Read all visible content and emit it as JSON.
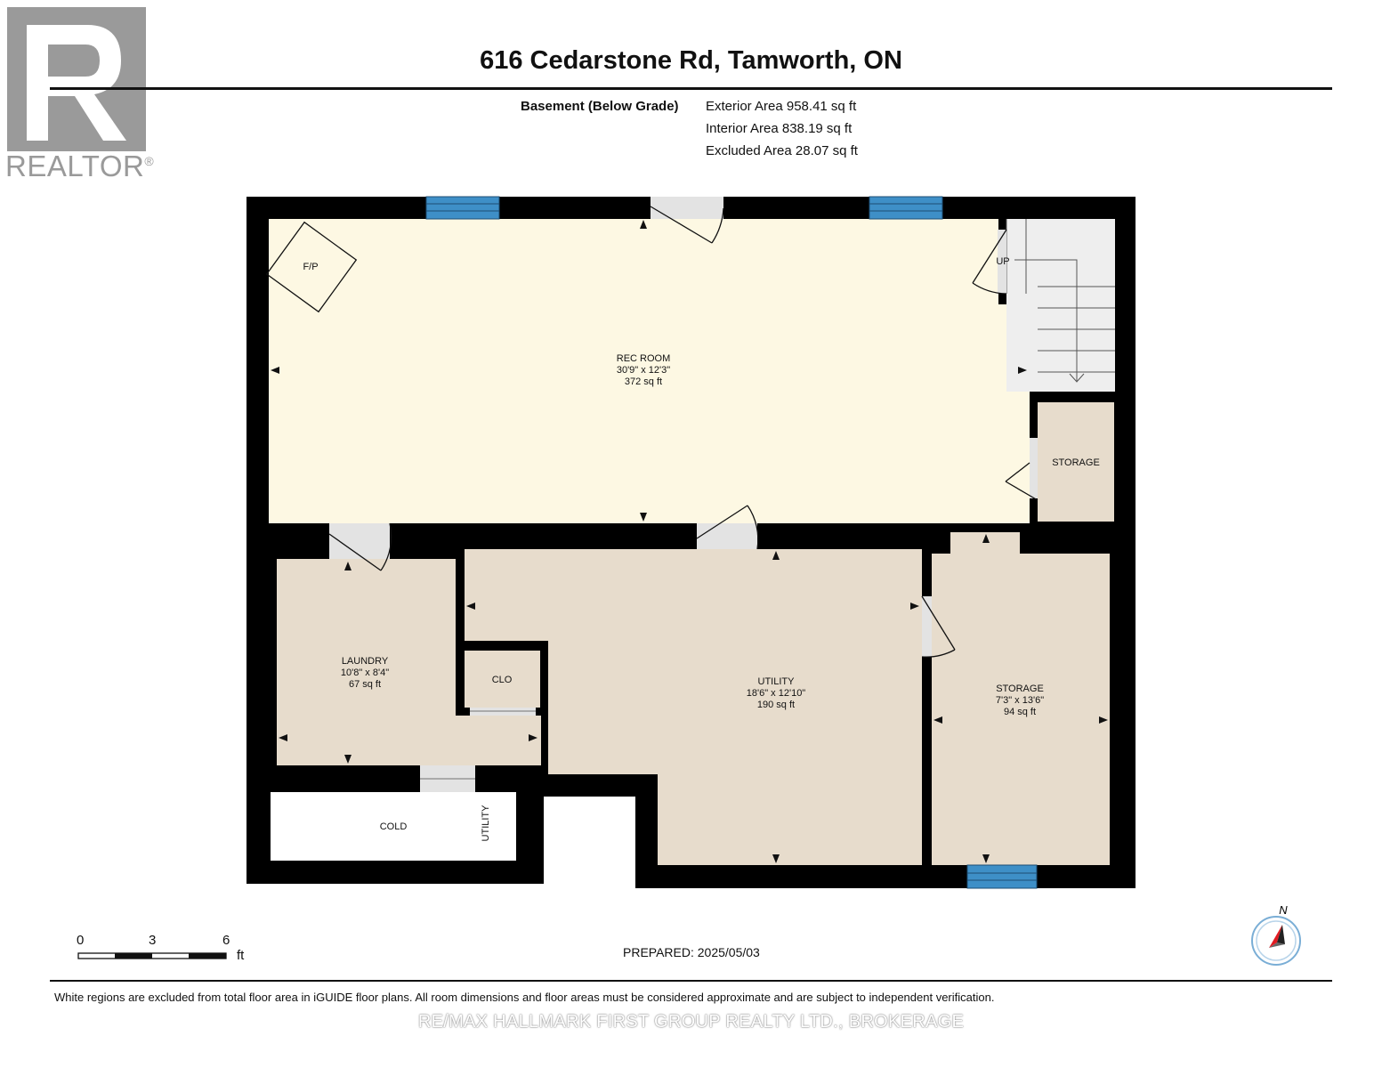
{
  "header": {
    "title": "616 Cedarstone Rd, Tamworth, ON",
    "floor_label": "Basement (Below Grade)",
    "areas": [
      "Exterior Area 958.41 sq ft",
      "Interior Area 838.19 sq ft",
      "Excluded Area 28.07 sq ft"
    ]
  },
  "logo": {
    "word": "REALTOR",
    "mark": "®"
  },
  "rooms": {
    "rec_room": {
      "name": "REC ROOM",
      "dims": "30'9\" x 12'3\"",
      "area": "372 sq ft"
    },
    "fireplace": {
      "name": "F/P"
    },
    "stairs": {
      "name": "UP"
    },
    "storage_small": {
      "name": "STORAGE"
    },
    "laundry": {
      "name": "LAUNDRY",
      "dims": "10'8\" x 8'4\"",
      "area": "67 sq ft"
    },
    "closet": {
      "name": "CLO"
    },
    "utility": {
      "name": "UTILITY",
      "dims": "18'6\" x 12'10\"",
      "area": "190 sq ft"
    },
    "storage": {
      "name": "STORAGE",
      "dims": "7'3\" x 13'6\"",
      "area": "94 sq ft"
    },
    "cold": {
      "name": "COLD"
    },
    "cold_utility": {
      "name": "UTILITY"
    }
  },
  "scale": {
    "ticks": [
      "0",
      "3",
      "6"
    ],
    "unit": "ft"
  },
  "compass": {
    "label": "N"
  },
  "prepared": "PREPARED: 2025/05/03",
  "disclaimer": "White regions are excluded from total floor area in iGUIDE floor plans. All room dimensions and floor areas must be considered approximate and are subject to independent verification.",
  "watermark": "RE/MAX HALLMARK FIRST GROUP REALTY LTD., BROKERAGE",
  "colors": {
    "wall": "#000000",
    "rec_room_fill": "#fdf8e3",
    "room_fill": "#e7dccc",
    "stairs_fill": "#eeeeee",
    "window": "#3e8fc7",
    "door_opening": "#e3e3e3",
    "excluded": "#ffffff",
    "logo_gray": "#9a9a9a"
  }
}
